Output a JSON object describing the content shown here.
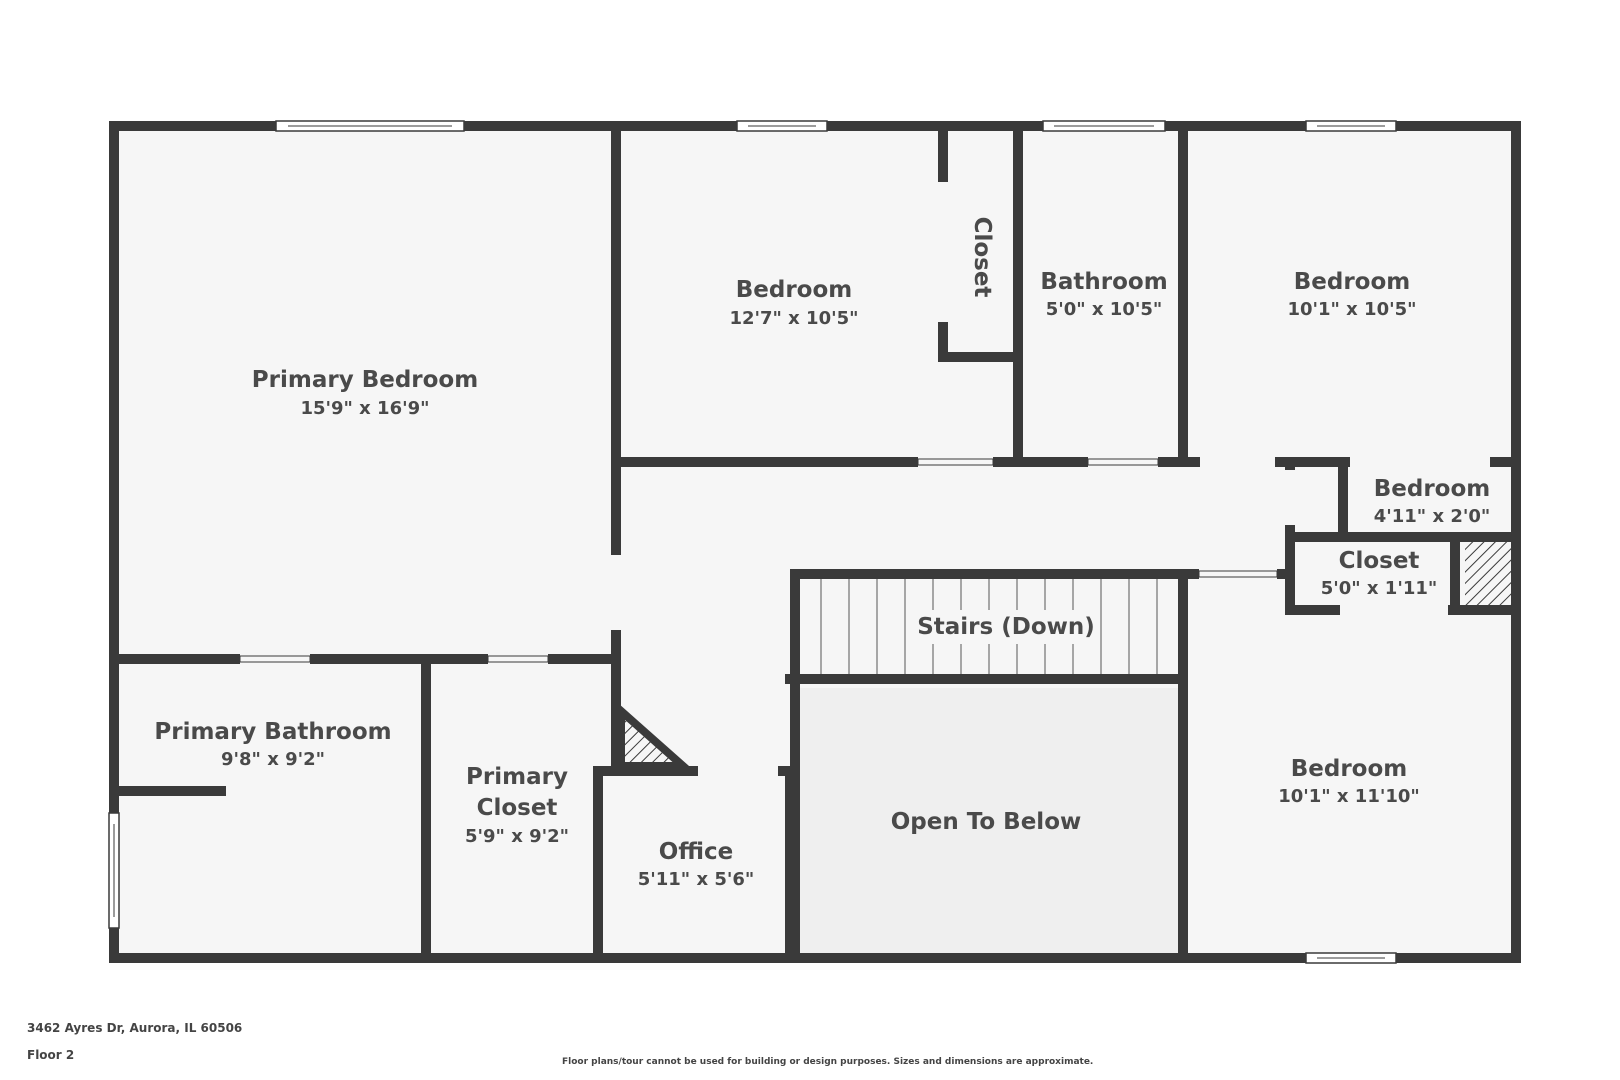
{
  "colors": {
    "wall": "#3a3a3a",
    "floor": "#f6f6f6",
    "open_to_below": "#efefef",
    "window_fill": "#ffffff",
    "label": "#4a4a4a"
  },
  "rooms": {
    "primary_bedroom": {
      "name": "Primary Bedroom",
      "dim": "15'9\" x 16'9\""
    },
    "bedroom_1": {
      "name": "Bedroom",
      "dim": "12'7\" x 10'5\""
    },
    "closet_1": {
      "name": "Closet"
    },
    "bathroom": {
      "name": "Bathroom",
      "dim": "5'0\" x 10'5\""
    },
    "bedroom_2": {
      "name": "Bedroom",
      "dim": "10'1\" x 10'5\""
    },
    "bedroom_small": {
      "name": "Bedroom",
      "dim": "4'11\" x 2'0\""
    },
    "closet_2": {
      "name": "Closet",
      "dim": "5'0\" x 1'11\""
    },
    "stairs": {
      "name": "Stairs (Down)"
    },
    "primary_bathroom": {
      "name": "Primary Bathroom",
      "dim": "9'8\" x 9'2\""
    },
    "primary_closet": {
      "name_line1": "Primary",
      "name_line2": "Closet",
      "dim": "5'9\" x 9'2\""
    },
    "office": {
      "name": "Office",
      "dim": "5'11\" x 5'6\""
    },
    "open_to_below": {
      "name": "Open To Below"
    },
    "bedroom_3": {
      "name": "Bedroom",
      "dim": "10'1\" x 11'10\""
    }
  },
  "footer": {
    "address": "3462 Ayres Dr, Aurora, IL 60506",
    "floor": "Floor 2",
    "disclaimer": "Floor plans/tour cannot be used for building or design purposes. Sizes and dimensions are approximate."
  }
}
